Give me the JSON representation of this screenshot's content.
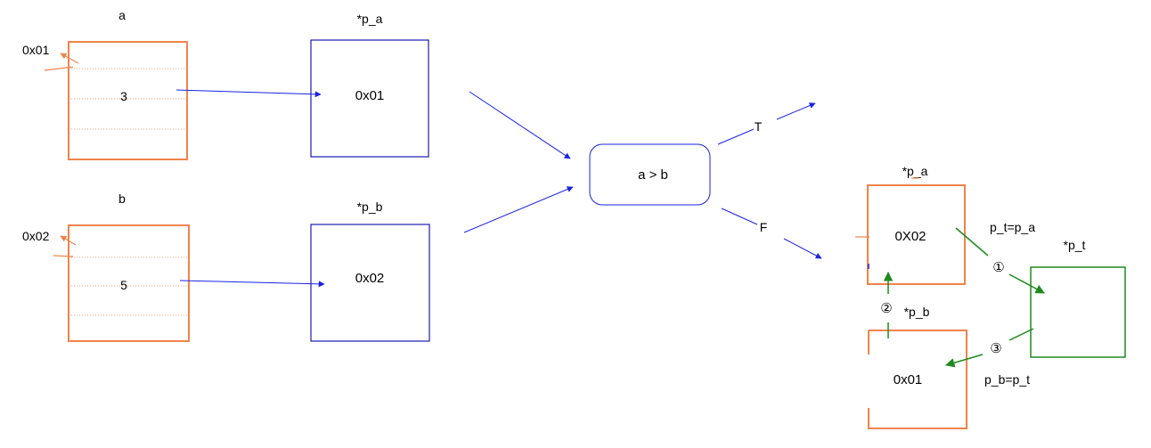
{
  "colors": {
    "memory": "#f0834a",
    "pointer": "#1a1ab3",
    "flow": "#1a22e6",
    "swap": "#1e8a1e",
    "text": "#000000"
  },
  "var_a": {
    "name": "a",
    "address": "0x01",
    "value": "3"
  },
  "var_b": {
    "name": "b",
    "address": "0x02",
    "value": "5"
  },
  "ptr_a": {
    "name": "*p_a",
    "value": "0x01"
  },
  "ptr_b": {
    "name": "*p_b",
    "value": "0x02"
  },
  "condition": {
    "label": "a > b",
    "true_label": "T",
    "false_label": "F"
  },
  "swap": {
    "p_a_name": "*p_a",
    "p_a_value": "0X02",
    "p_b_name": "*p_b",
    "p_b_value": "0x01",
    "p_t_name": "*p_t",
    "step1_mark": "①",
    "step1_text": "p_t=p_a",
    "step2_mark": "②",
    "step3_mark": "③",
    "step3_text": "p_b=p_t"
  }
}
